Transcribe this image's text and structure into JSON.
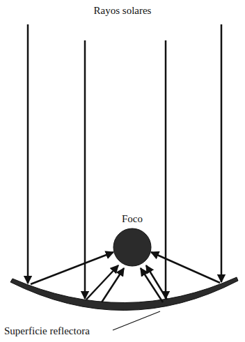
{
  "diagram": {
    "nodes": [
      {
        "text": [
          "Foco"
        ]
      }
    ],
    "labels": [
      "Rayos solares",
      "Superficie reflectora"
    ]
  }
}
